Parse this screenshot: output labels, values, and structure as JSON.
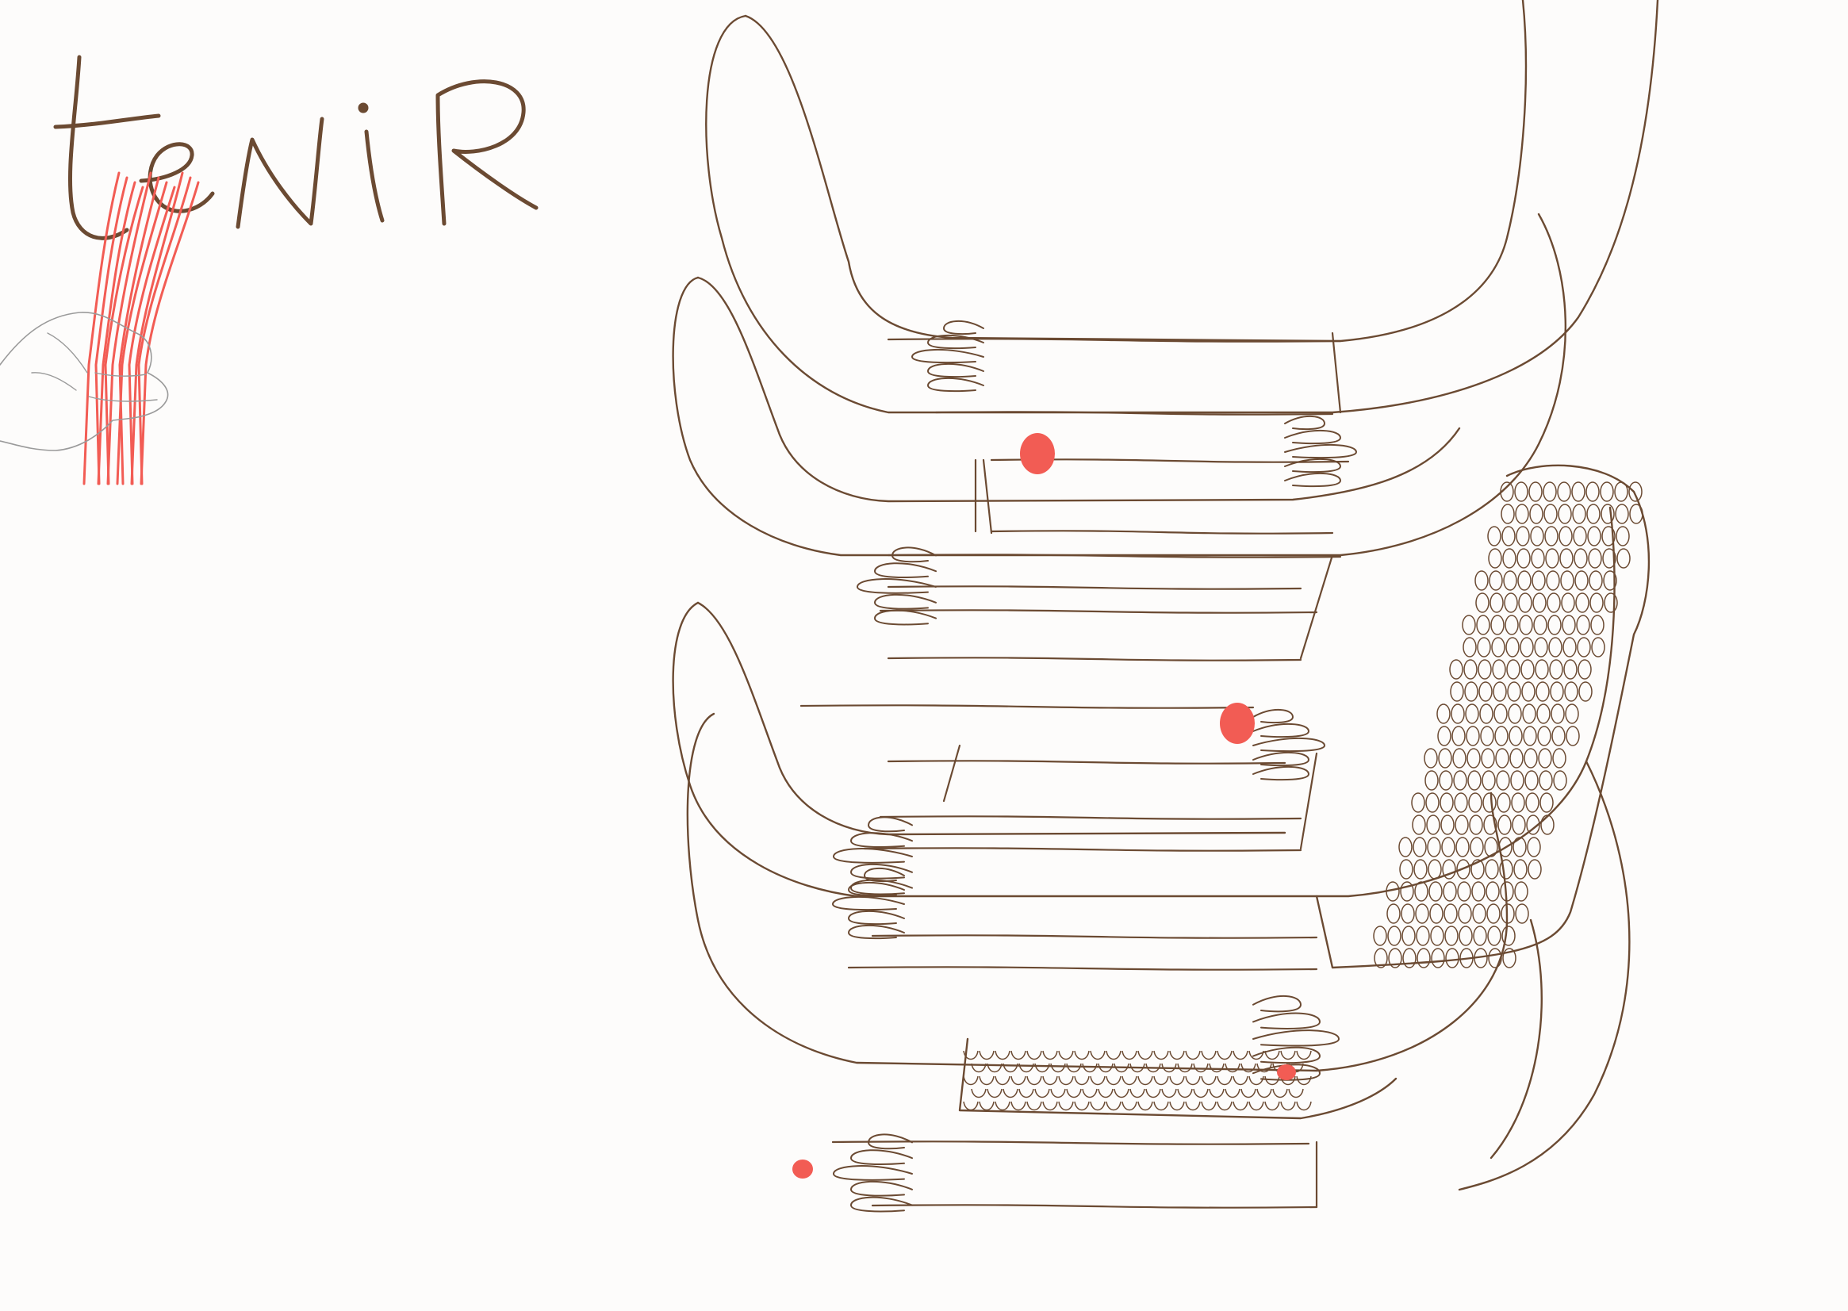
{
  "artwork": {
    "title_word": "tenir",
    "colors": {
      "ink": "#6b4a32",
      "accent": "#f25c54",
      "paper": "#fdfcfb",
      "hand_outline": "#9a9a9a"
    },
    "elements": [
      "handwritten-title",
      "hand-holding-red-strands",
      "stacked-embracing-arms",
      "red-dots",
      "patterned-sleeves"
    ]
  }
}
